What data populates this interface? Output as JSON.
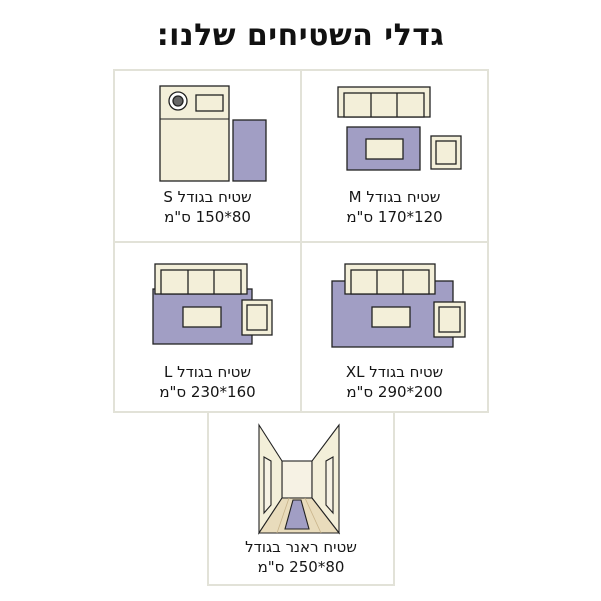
{
  "title": "גדלי השטיחים שלנו:",
  "colors": {
    "rug": "#a19ec4",
    "furniture": "#f3efd9",
    "outline": "#222222",
    "border": "#e2e2d8"
  },
  "sizes": [
    {
      "name": "שטיח בגודל S",
      "dims": "80*150 ס\"מ"
    },
    {
      "name": "שטיח בגודל M",
      "dims": "120*170 ס\"מ"
    },
    {
      "name": "שטיח בגודל L",
      "dims": "160*230 ס\"מ"
    },
    {
      "name": "שטיח בגודל XL",
      "dims": "200*290 ס\"מ"
    },
    {
      "name": "שטיח ראנר בגודל",
      "dims": "80*250 ס\"מ"
    }
  ]
}
